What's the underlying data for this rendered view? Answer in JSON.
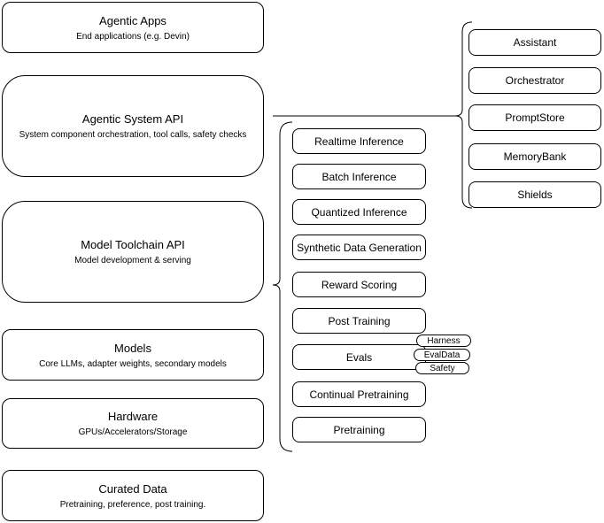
{
  "layers": [
    {
      "title": "Agentic Apps",
      "subtitle": "End applications (e.g. Devin)"
    },
    {
      "title": "Agentic System API",
      "subtitle": "System component orchestration, tool calls, safety checks"
    },
    {
      "title": "Model Toolchain API",
      "subtitle": "Model development & serving"
    },
    {
      "title": "Models",
      "subtitle": "Core LLMs, adapter weights, secondary models"
    },
    {
      "title": "Hardware",
      "subtitle": "GPUs/Accelerators/Storage"
    },
    {
      "title": "Curated Data",
      "subtitle": "Pretraining, preference, post training."
    }
  ],
  "toolchain_services": [
    "Realtime Inference",
    "Batch Inference",
    "Quantized Inference",
    "Synthetic Data Generation",
    "Reward Scoring",
    "Post Training",
    "Evals",
    "Continual Pretraining",
    "Pretraining"
  ],
  "evals_tags": [
    "Harness",
    "EvalData",
    "Safety"
  ],
  "system_components": [
    "Assistant",
    "Orchestrator",
    "PromptStore",
    "MemoryBank",
    "Shields"
  ],
  "colors": {
    "stroke": "#000000",
    "fill": "#ffffff",
    "connector": "#808080",
    "background": "#ffffff"
  }
}
